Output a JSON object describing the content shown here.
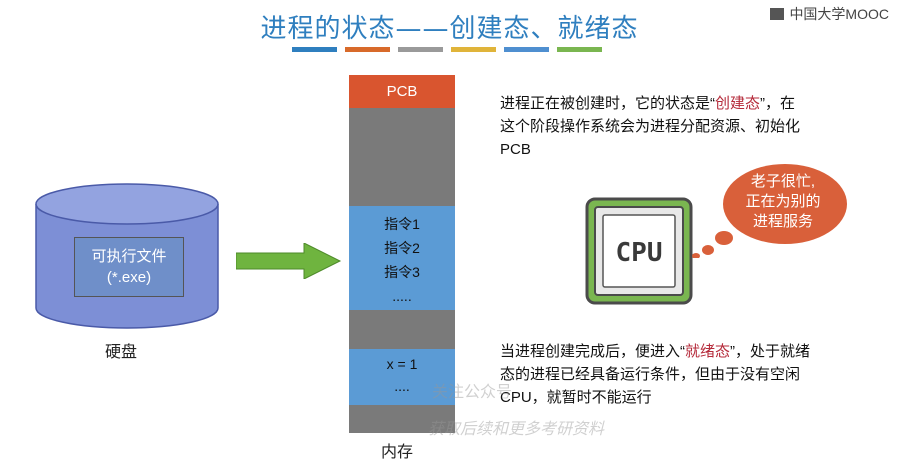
{
  "title": "进程的状态——创建态、就绪态",
  "logo": "中国大学MOOC",
  "color_bar": [
    "#2f7fbf",
    "#d86a2a",
    "#9a9a9a",
    "#e0b43a",
    "#4f8fd0",
    "#7ab650"
  ],
  "disk": {
    "file_line1": "可执行文件",
    "file_line2": "(*.exe)",
    "label": "硬盘"
  },
  "memory": {
    "pcb": "PCB",
    "instructions": [
      "指令1",
      "指令2",
      "指令3",
      "....."
    ],
    "data": [
      "x = 1",
      "...."
    ],
    "label": "内存"
  },
  "para1": {
    "a": "进程正在被创建时，它的状态是“",
    "b": "创建态",
    "c": "”，在这个阶段操作系统会为进程分配资源、初始化PCB"
  },
  "cpu": {
    "chip_text": "CPU",
    "bubble_line1": "老子很忙,",
    "bubble_line2": "正在为别的",
    "bubble_line3": "进程服务"
  },
  "para2": {
    "a": "当进程创建完成后，便进入“",
    "b": "就绪态",
    "c": "”，处于就绪态的进程已经具备运行条件，但由于没有空闲CPU，就暂时不能运行"
  },
  "watermark": {
    "line1": "关注公众号",
    "line2": "获取后续和更多考研资料"
  }
}
